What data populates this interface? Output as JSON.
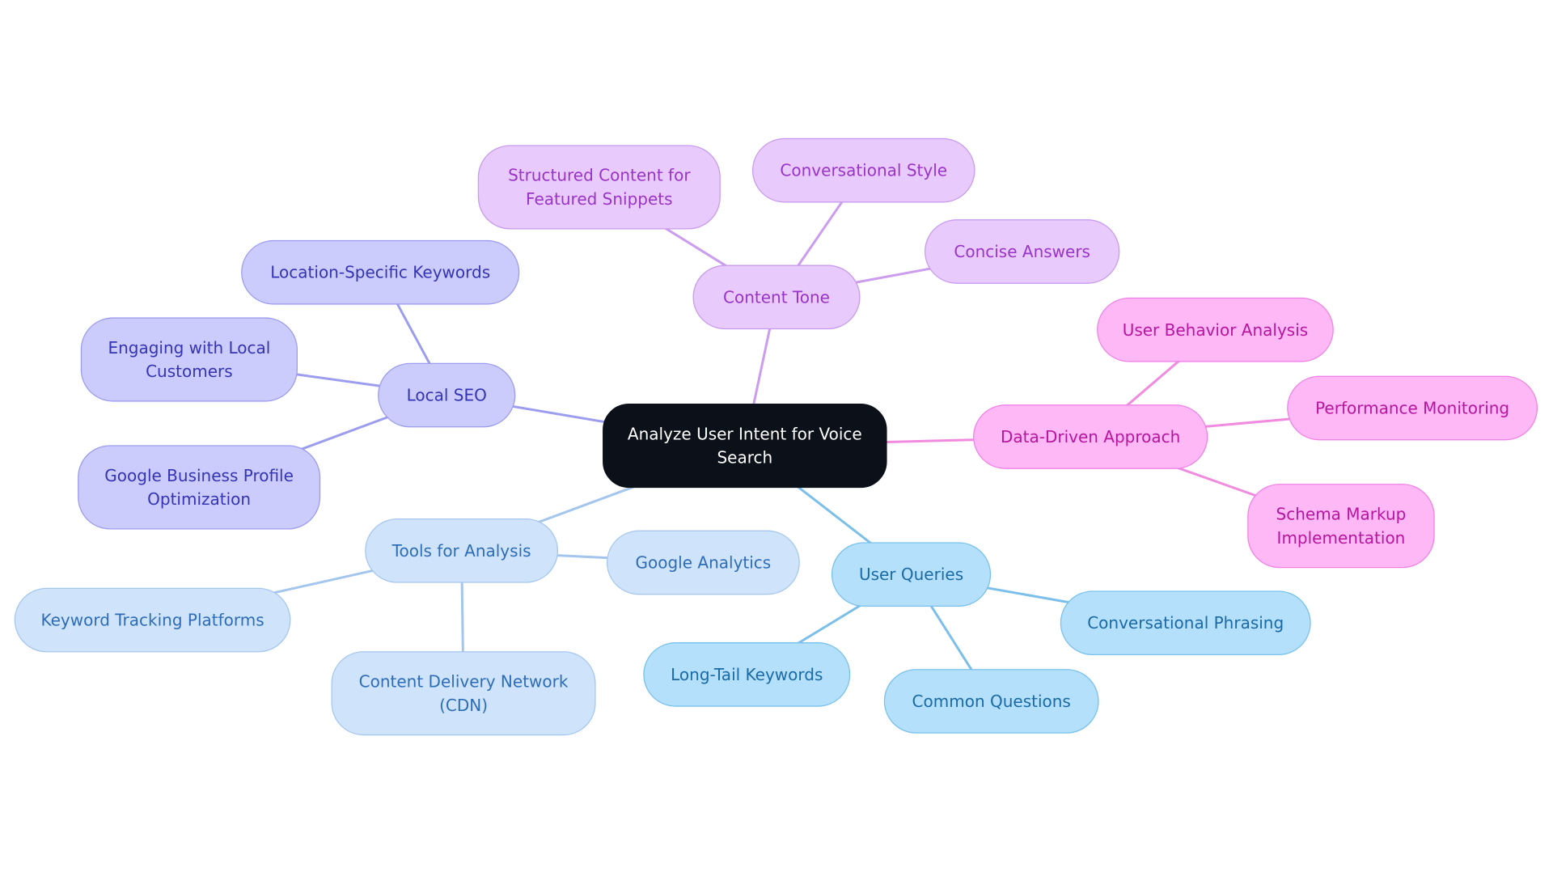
{
  "palette": {
    "root": {
      "fill": "#0b1019",
      "stroke": "#0b1019",
      "text": "#ffffff"
    },
    "content_tone": {
      "fill": "#e8cbfc",
      "stroke": "#c99bf0",
      "text": "#9a33c9",
      "edge": "#cc9cee"
    },
    "local_seo": {
      "fill": "#cbcbfc",
      "stroke": "#9d9df0",
      "text": "#3434b4",
      "edge": "#9d9def"
    },
    "data_driven": {
      "fill": "#fdb8f5",
      "stroke": "#f084e6",
      "text": "#b8159f",
      "edge": "#f08bdf"
    },
    "tools": {
      "fill": "#cfe3fb",
      "stroke": "#a6c8ef",
      "text": "#2d6db8",
      "edge": "#a3c5ee"
    },
    "user_queries": {
      "fill": "#b4e0fb",
      "stroke": "#79c2ee",
      "text": "#1a6aa6",
      "edge": "#7cbfea"
    }
  },
  "root": {
    "id": "root",
    "lines": [
      "Analyze User Intent for Voice",
      "Search"
    ],
    "theme": "root"
  },
  "branches": [
    {
      "id": "content-tone",
      "theme": "content_tone",
      "lines": [
        "Content Tone"
      ],
      "children": [
        {
          "id": "structured-content",
          "lines": [
            "Structured Content for",
            "Featured Snippets"
          ]
        },
        {
          "id": "conversational-style",
          "lines": [
            "Conversational Style"
          ]
        },
        {
          "id": "concise-answers",
          "lines": [
            "Concise Answers"
          ]
        }
      ]
    },
    {
      "id": "local-seo",
      "theme": "local_seo",
      "lines": [
        "Local SEO"
      ],
      "children": [
        {
          "id": "location-keywords",
          "lines": [
            "Location-Specific Keywords"
          ]
        },
        {
          "id": "engaging-local",
          "lines": [
            "Engaging with Local",
            "Customers"
          ]
        },
        {
          "id": "gbp-optimization",
          "lines": [
            "Google Business Profile",
            "Optimization"
          ]
        }
      ]
    },
    {
      "id": "data-driven",
      "theme": "data_driven",
      "lines": [
        "Data-Driven Approach"
      ],
      "children": [
        {
          "id": "user-behavior",
          "lines": [
            "User Behavior Analysis"
          ]
        },
        {
          "id": "performance-monitoring",
          "lines": [
            "Performance Monitoring"
          ]
        },
        {
          "id": "schema-markup",
          "lines": [
            "Schema Markup",
            "Implementation"
          ]
        }
      ]
    },
    {
      "id": "tools-analysis",
      "theme": "tools",
      "lines": [
        "Tools for Analysis"
      ],
      "children": [
        {
          "id": "google-analytics",
          "lines": [
            "Google Analytics"
          ]
        },
        {
          "id": "keyword-tracking",
          "lines": [
            "Keyword Tracking Platforms"
          ]
        },
        {
          "id": "cdn",
          "lines": [
            "Content Delivery Network",
            "(CDN)"
          ]
        }
      ]
    },
    {
      "id": "user-queries",
      "theme": "user_queries",
      "lines": [
        "User Queries"
      ],
      "children": [
        {
          "id": "conversational-phrasing",
          "lines": [
            "Conversational Phrasing"
          ]
        },
        {
          "id": "long-tail",
          "lines": [
            "Long-Tail Keywords"
          ]
        },
        {
          "id": "common-questions",
          "lines": [
            "Common Questions"
          ]
        }
      ]
    }
  ]
}
